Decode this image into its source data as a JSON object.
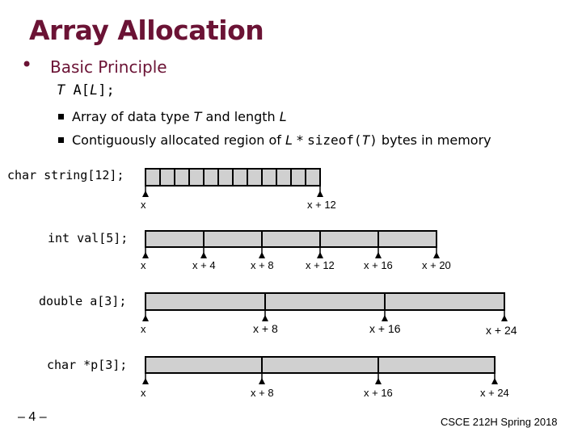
{
  "slide": {
    "title": "Array Allocation",
    "bullet": "Basic Principle",
    "declaration": {
      "type": "T",
      "rest": " A[",
      "len": "L",
      "end": "];"
    },
    "sub1": {
      "a": "Array of data type ",
      "t": "T",
      "b": " and length ",
      "l": "L"
    },
    "sub2": {
      "a": "Contiguously allocated region of ",
      "l": "L",
      "b": " * ",
      "code": "sizeof(",
      "t": "T",
      "code2": ")",
      "c": " bytes in memory"
    },
    "page_number": "– 4 –",
    "course": "CSCE 212H Spring 2018"
  },
  "examples": {
    "char_string": {
      "decl": "char string[12];",
      "labels": [
        "x",
        "x + 12"
      ]
    },
    "int_val": {
      "decl": "int val[5];",
      "labels": [
        "x",
        "x + 4",
        "x + 8",
        "x + 12",
        "x + 16",
        "x + 20"
      ]
    },
    "double_a": {
      "decl": "double a[3];",
      "labels": [
        "x",
        "x + 8",
        "x + 16",
        "x + 24"
      ]
    },
    "char_p": {
      "decl": "char *p[3];",
      "labels": [
        "x",
        "x + 8",
        "x + 16",
        "x + 24"
      ]
    }
  },
  "colors": {
    "title": "#6b1335",
    "cell_fill": "#d0d0d0",
    "stroke": "#000000"
  }
}
